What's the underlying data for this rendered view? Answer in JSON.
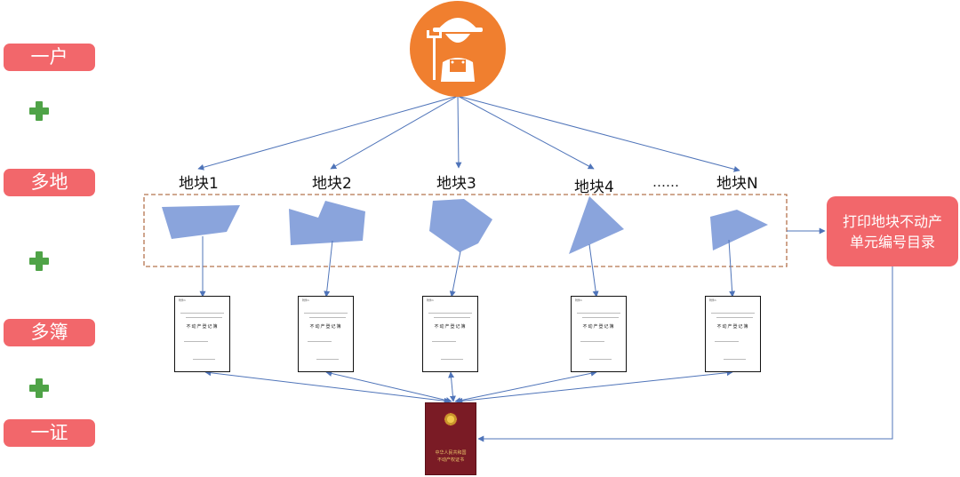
{
  "side_labels": [
    "一户",
    "多地",
    "多簿",
    "一证"
  ],
  "plots": [
    "地块1",
    "地块2",
    "地块3",
    "地块4",
    "地块N"
  ],
  "ellipsis": "……",
  "callout_lines": [
    "打印地块不动产",
    "单元编号目录"
  ],
  "book": {
    "tag": "附件1",
    "title": "不动产登记簿"
  },
  "certificate": {
    "line1": "中华人民共和国",
    "line2": "不动产权证书"
  },
  "icons": [
    "farmer-icon",
    "plus-icon"
  ],
  "colors": {
    "label_bg": "#f2676b",
    "plus": "#4fa347",
    "farmer_circle": "#f07f2f",
    "shape": "#8aa4dc",
    "arrow": "#4f74b9",
    "dashed_box": "#b5734e",
    "certificate": "#7a1b25"
  }
}
